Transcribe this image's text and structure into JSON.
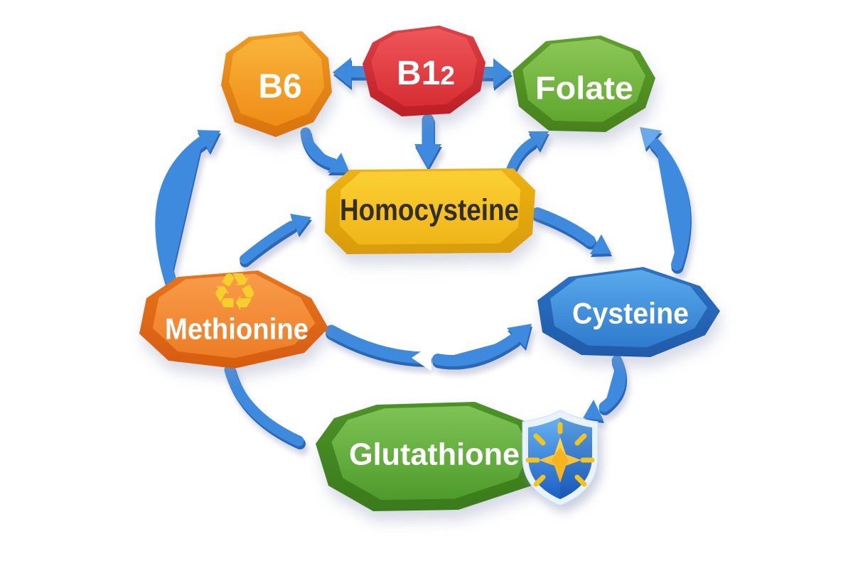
{
  "background": "#ffffff",
  "diagram": {
    "type": "metabolic-pathway-cycle",
    "arrow_color": "#3b86dd",
    "nodes": {
      "b6": {
        "label": "B6",
        "color": "#ef8c15",
        "text_color": "#ffffff",
        "shape": "octagon"
      },
      "b12": {
        "label": "B12",
        "label_main": "B1",
        "label_sub": "2",
        "color": "#dd3136",
        "text_color": "#ffffff",
        "shape": "octagon"
      },
      "folate": {
        "label": "Folate",
        "color": "#62a82e",
        "text_color": "#ffffff",
        "shape": "octagon"
      },
      "homocysteine": {
        "label": "Homocysteine",
        "color": "#f3bd18",
        "text_color": "#332f28",
        "shape": "elongated-octagon"
      },
      "methionine": {
        "label": "Methionine",
        "color": "#ef7c24",
        "text_color": "#ffffff",
        "shape": "elongated-octagon",
        "icon": "recycle-icon",
        "icon_glyph": "♻",
        "icon_color": "#f6cf2d"
      },
      "cysteine": {
        "label": "Cysteine",
        "color": "#3a86da",
        "text_color": "#ffffff",
        "shape": "elongated-octagon"
      },
      "glutathione": {
        "label": "Glutathione",
        "color": "#55a138",
        "text_color": "#ffffff",
        "shape": "elongated-octagon",
        "icon": "shield-sparkle-icon",
        "icon_colors": {
          "shield": "#2e7fd8",
          "rim": "#eaf2fd",
          "star": "#ffd43a"
        }
      }
    },
    "connections": [
      {
        "from": "B12",
        "to": "B6"
      },
      {
        "from": "B12",
        "to": "Folate"
      },
      {
        "from": "B12",
        "to": "Homocysteine"
      },
      {
        "from": "B6",
        "to": "Homocysteine"
      },
      {
        "from": "Methionine",
        "to": "B6"
      },
      {
        "from": "Methionine",
        "to": "Homocysteine"
      },
      {
        "from": "Homocysteine",
        "to": "Folate"
      },
      {
        "from": "Cysteine",
        "to": "Folate"
      },
      {
        "from": "Homocysteine",
        "to": "Cysteine"
      },
      {
        "from": "Methionine",
        "to": "Cysteine"
      },
      {
        "from": "Cysteine",
        "to": "Glutathione"
      },
      {
        "from": "Methionine",
        "to": "Glutathione"
      }
    ]
  }
}
